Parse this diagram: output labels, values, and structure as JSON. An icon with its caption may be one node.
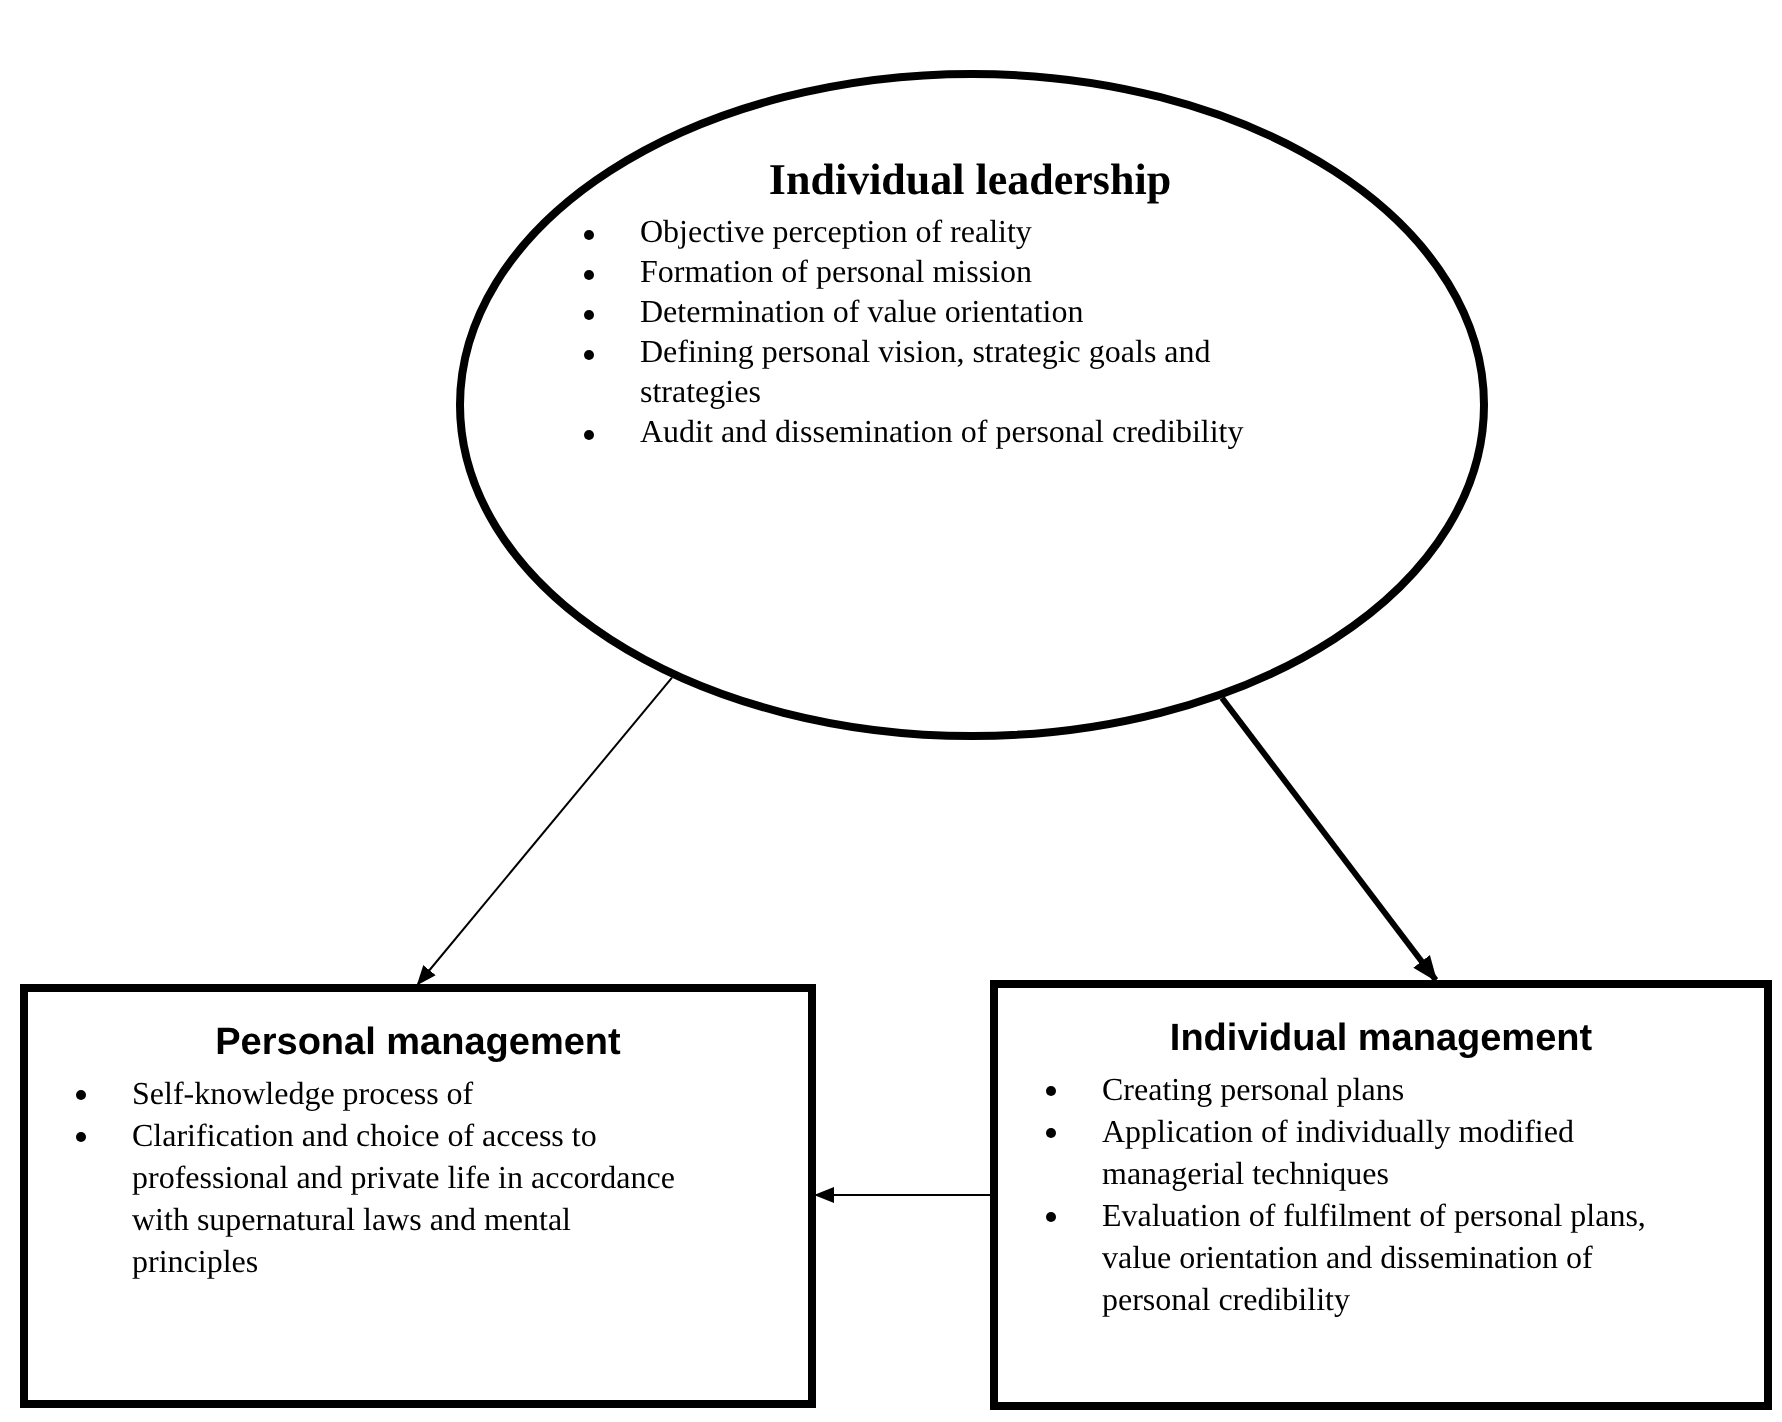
{
  "diagram": {
    "nodes": [
      {
        "text": [
          "Individual leadership",
          "Objective perception of reality",
          "Formation of personal mission",
          "Determination of value orientation",
          "Defining personal vision, strategic goals and strategies",
          "Audit and dissemination of personal credibility"
        ]
      },
      {
        "text": [
          "Personal management",
          "Self-knowledge process of",
          "Clarification and choice of access to professional and private life in accordance with supernatural laws and mental principles"
        ]
      },
      {
        "text": [
          "Individual management",
          "Creating personal plans",
          "Application of individually modified managerial techniques",
          "Evaluation of fulfilment of personal plans, value orientation and dissemination of personal credibility"
        ]
      }
    ],
    "edges": [
      {
        "from": 0,
        "to": 1,
        "arrow": "to"
      },
      {
        "from": 0,
        "to": 2,
        "arrow": "to",
        "style": "thick"
      },
      {
        "from": 2,
        "to": 1,
        "arrow": "to"
      }
    ]
  }
}
